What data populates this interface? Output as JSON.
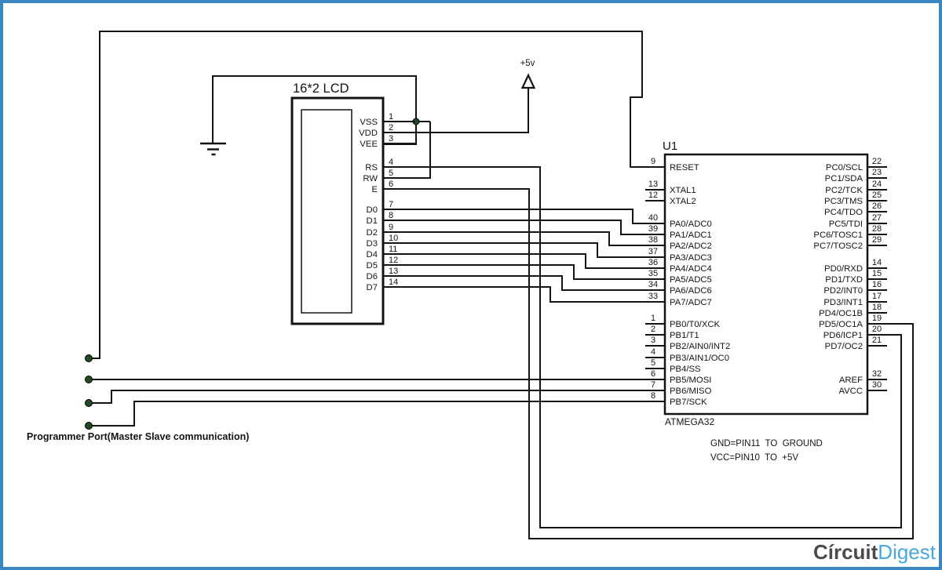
{
  "diagram": {
    "power_label": "+5v",
    "programmer_port_label": "Programmer Port(Master Slave communication)",
    "notes": [
      "GND=PIN11  TO  GROUND",
      "VCC=PIN10  TO  +5V"
    ],
    "lcd": {
      "title": "16*2 LCD",
      "pins": [
        {
          "num": "1",
          "name": "VSS"
        },
        {
          "num": "2",
          "name": "VDD"
        },
        {
          "num": "3",
          "name": "VEE"
        },
        {
          "num": "4",
          "name": "RS"
        },
        {
          "num": "5",
          "name": "RW"
        },
        {
          "num": "6",
          "name": "E"
        },
        {
          "num": "7",
          "name": "D0"
        },
        {
          "num": "8",
          "name": "D1"
        },
        {
          "num": "9",
          "name": "D2"
        },
        {
          "num": "10",
          "name": "D3"
        },
        {
          "num": "11",
          "name": "D4"
        },
        {
          "num": "12",
          "name": "D5"
        },
        {
          "num": "13",
          "name": "D6"
        },
        {
          "num": "14",
          "name": "D7"
        }
      ]
    },
    "mcu": {
      "ref": "U1",
      "part": "ATMEGA32",
      "left_pins": [
        {
          "num": "9",
          "name": "RESET"
        },
        {
          "num": "13",
          "name": "XTAL1"
        },
        {
          "num": "12",
          "name": "XTAL2"
        },
        {
          "num": "40",
          "name": "PA0/ADC0"
        },
        {
          "num": "39",
          "name": "PA1/ADC1"
        },
        {
          "num": "38",
          "name": "PA2/ADC2"
        },
        {
          "num": "37",
          "name": "PA3/ADC3"
        },
        {
          "num": "36",
          "name": "PA4/ADC4"
        },
        {
          "num": "35",
          "name": "PA5/ADC5"
        },
        {
          "num": "34",
          "name": "PA6/ADC6"
        },
        {
          "num": "33",
          "name": "PA7/ADC7"
        },
        {
          "num": "1",
          "name": "PB0/T0/XCK"
        },
        {
          "num": "2",
          "name": "PB1/T1"
        },
        {
          "num": "3",
          "name": "PB2/AIN0/INT2"
        },
        {
          "num": "4",
          "name": "PB3/AIN1/OC0"
        },
        {
          "num": "5",
          "name": "PB4/SS"
        },
        {
          "num": "6",
          "name": "PB5/MOSI"
        },
        {
          "num": "7",
          "name": "PB6/MISO"
        },
        {
          "num": "8",
          "name": "PB7/SCK"
        }
      ],
      "right_pins": [
        {
          "num": "22",
          "name": "PC0/SCL"
        },
        {
          "num": "23",
          "name": "PC1/SDA"
        },
        {
          "num": "24",
          "name": "PC2/TCK"
        },
        {
          "num": "25",
          "name": "PC3/TMS"
        },
        {
          "num": "26",
          "name": "PC4/TDO"
        },
        {
          "num": "27",
          "name": "PC5/TDI"
        },
        {
          "num": "28",
          "name": "PC6/TOSC1"
        },
        {
          "num": "29",
          "name": "PC7/TOSC2"
        },
        {
          "num": "14",
          "name": "PD0/RXD"
        },
        {
          "num": "15",
          "name": "PD1/TXD"
        },
        {
          "num": "16",
          "name": "PD2/INT0"
        },
        {
          "num": "17",
          "name": "PD3/INT1"
        },
        {
          "num": "18",
          "name": "PD4/OC1B"
        },
        {
          "num": "19",
          "name": "PD5/OC1A"
        },
        {
          "num": "20",
          "name": "PD6/ICP1"
        },
        {
          "num": "21",
          "name": "PD7/OC2"
        }
      ],
      "power_pins": [
        {
          "num": "32",
          "name": "AREF"
        },
        {
          "num": "30",
          "name": "AVCC"
        }
      ]
    },
    "logo": {
      "part1": "Círcuit",
      "part2": "Digest",
      "color1": "#4b4b4b",
      "color2": "#47a7e0"
    },
    "colors": {
      "frame": "#3b87c2",
      "wire": "#141414",
      "junction_dot": "#234b23"
    }
  }
}
